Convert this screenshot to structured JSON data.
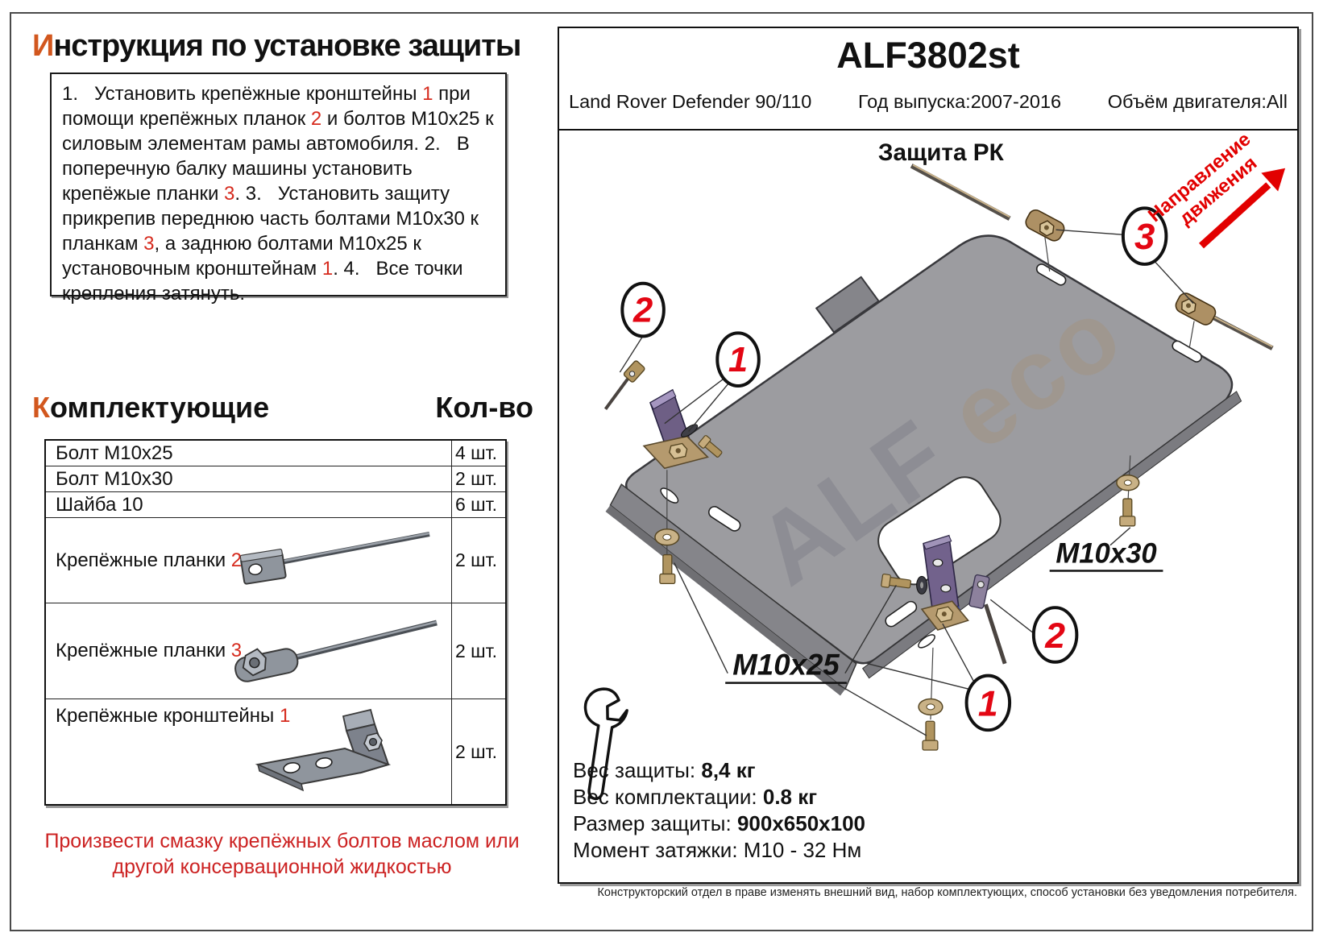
{
  "left": {
    "title": {
      "first_letter": "И",
      "rest": "нструкция по установке защиты"
    },
    "steps": [
      {
        "parts": [
          {
            "t": "1.   Установить крепёжные кронштейны "
          },
          {
            "t": "1",
            "red": true
          },
          {
            "t": " при помощи крепёжных планок "
          },
          {
            "t": "2",
            "red": true
          },
          {
            "t": " и болтов М10х25 к силовым элементам рамы автомобиля."
          }
        ]
      },
      {
        "parts": [
          {
            "t": "2.   В поперечную балку машины установить крепёжые планки "
          },
          {
            "t": "3",
            "red": true
          },
          {
            "t": "."
          }
        ]
      },
      {
        "parts": [
          {
            "t": "3.   Установить защиту прикрепив переднюю часть болтами М10х30 к планкам "
          },
          {
            "t": "3",
            "red": true
          },
          {
            "t": ", а заднюю болтами М10х25 к установочным кронштейнам "
          },
          {
            "t": "1",
            "red": true
          },
          {
            "t": "."
          }
        ]
      },
      {
        "parts": [
          {
            "t": "4.   Все точки крепления затянуть."
          }
        ]
      }
    ],
    "parts_header": {
      "first_letter": "К",
      "rest": "омплектующие",
      "qty_title": "Кол-во"
    },
    "parts": [
      {
        "label": [
          {
            "t": "Болт М10х25"
          }
        ],
        "qty": "4 шт."
      },
      {
        "label": [
          {
            "t": "Болт М10х30"
          }
        ],
        "qty": "2 шт."
      },
      {
        "label": [
          {
            "t": "Шайба 10"
          }
        ],
        "qty": "6 шт."
      },
      {
        "label": [
          {
            "t": "Крепёжные планки "
          },
          {
            "t": "2",
            "red": true
          }
        ],
        "qty": "2 шт."
      },
      {
        "label": [
          {
            "t": "Крепёжные планки "
          },
          {
            "t": "3",
            "red": true
          }
        ],
        "qty": "2 шт."
      },
      {
        "label": [
          {
            "t": "Крепёжные кронштейны "
          },
          {
            "t": "1",
            "red": true
          }
        ],
        "qty": "2 шт."
      }
    ],
    "note": "Произвести смазку крепёжных болтов маслом или другой консервационной жидкостью"
  },
  "panel": {
    "part_number": "ALF3802st",
    "model": "Land Rover Defender 90/110",
    "year": "Год выпуска:2007-2016",
    "engine": "Объём двигателя:All",
    "diagram_title": "Защита РК",
    "direction_label_1": "Направление",
    "direction_label_2": "движения",
    "watermark_1": "ALF ",
    "watermark_2": "eco",
    "callouts": [
      "1",
      "2",
      "3"
    ],
    "bolt_labels": {
      "m10x25": "М10х25",
      "m10x30": "М10х30"
    },
    "specs": [
      {
        "label": "Вес защиты: ",
        "value": "8,4 кг"
      },
      {
        "label": "Вес комплектации: ",
        "value": "0.8 кг"
      },
      {
        "label": "Размер защиты: ",
        "value": "900х650х100"
      },
      {
        "label": "Момент затяжки:  ",
        "value": "М10 - 32 Нм"
      }
    ],
    "footer": "Конструкторский отдел в праве изменять внешний вид, набор комплектующих, способ установки без уведомления потребителя."
  },
  "colors": {
    "accent_orange": "#d2571e",
    "inline_red": "#d62b1e",
    "callout_red": "#e30613",
    "arrow_red": "#e20000",
    "note_red": "#cc2222"
  }
}
